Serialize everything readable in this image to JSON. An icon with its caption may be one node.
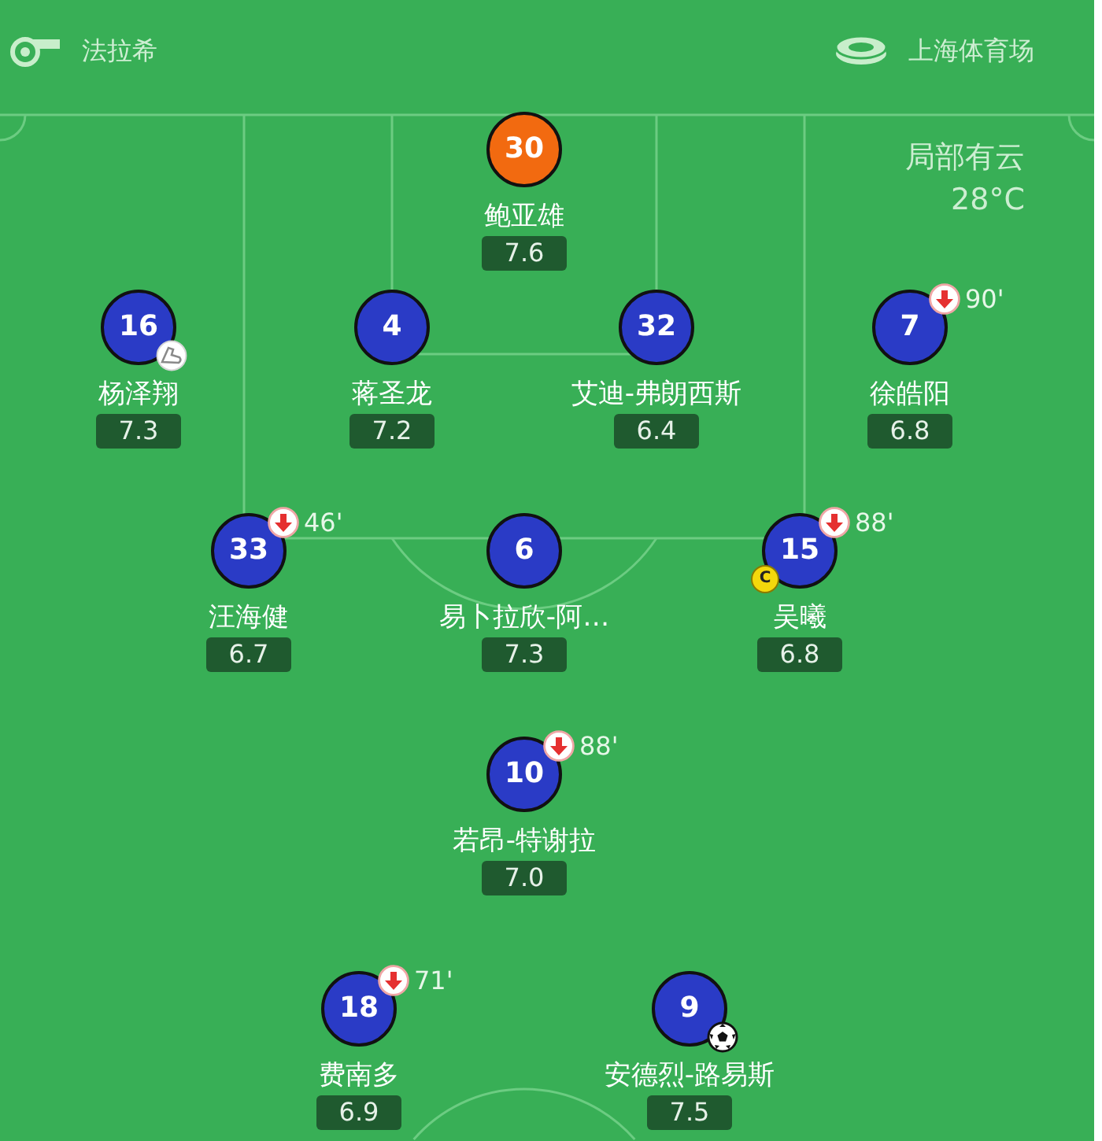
{
  "diagram": {
    "nodes": [
      {
        "text": [
          "30"
        ],
        "beside": [
          "鲍亚雄",
          "7.6"
        ]
      },
      {
        "text": [
          "16"
        ],
        "beside": [
          "杨泽翔",
          "7.3"
        ]
      },
      {
        "text": [
          "4"
        ],
        "beside": [
          "蒋圣龙",
          "7.2"
        ]
      },
      {
        "text": [
          "32"
        ],
        "beside": [
          "艾迪-弗朗西斯",
          "6.4"
        ]
      },
      {
        "text": [
          "7"
        ],
        "beside": [
          "徐皓阳",
          "6.8",
          "90'"
        ]
      },
      {
        "text": [
          "33"
        ],
        "beside": [
          "汪海健",
          "6.7",
          "46'"
        ]
      },
      {
        "text": [
          "6"
        ],
        "beside": [
          "易卜拉欣-阿…",
          "7.3"
        ]
      },
      {
        "text": [
          "15"
        ],
        "beside": [
          "吴曦",
          "6.8",
          "88'"
        ]
      },
      {
        "text": [
          "C"
        ]
      },
      {
        "text": [
          "10"
        ],
        "beside": [
          "若昂-特谢拉",
          "7.0",
          "88'"
        ]
      },
      {
        "text": [
          "18"
        ],
        "beside": [
          "费南多",
          "6.9",
          "71'"
        ]
      },
      {
        "text": [
          "9"
        ],
        "beside": [
          "安德烈-路易斯",
          "7.5"
        ]
      }
    ],
    "labels": [
      "法拉希",
      "上海体育场",
      "局部有云",
      "28°C"
    ]
  }
}
